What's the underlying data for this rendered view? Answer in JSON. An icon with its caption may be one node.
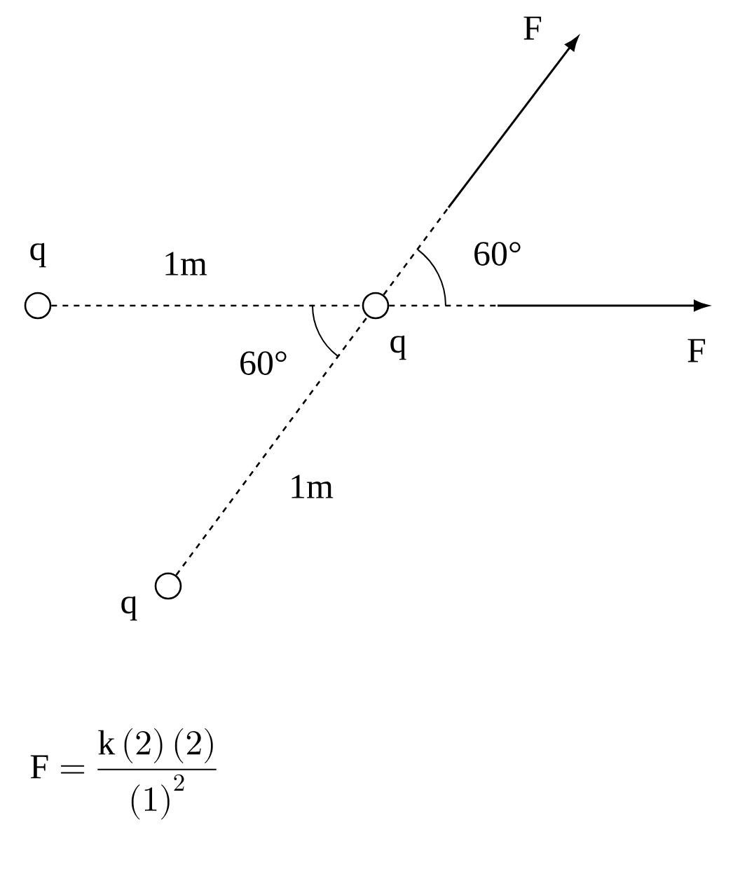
{
  "diagram": {
    "nodes": [
      {
        "text": [
          "q"
        ]
      },
      {
        "text": [
          "q"
        ]
      },
      {
        "text": [
          "q"
        ]
      }
    ],
    "edges": [
      {
        "from": 0,
        "to": 1,
        "arrow": "none",
        "style": "dashed",
        "label": "1m"
      },
      {
        "from": 2,
        "to": 1,
        "arrow": "none",
        "style": "dashed",
        "label": "1m"
      },
      {
        "from": 1,
        "to": null,
        "arrow": "to",
        "label": "F"
      },
      {
        "from": 1,
        "to": null,
        "arrow": "to",
        "label": "F"
      }
    ],
    "labels": [
      "60°",
      "60°",
      "\\mathrm{F}=\\frac{\\mathrm{k}\\left(2\\right)\\left(2\\right)}{\\left(1\\right)^{2}}"
    ]
  }
}
